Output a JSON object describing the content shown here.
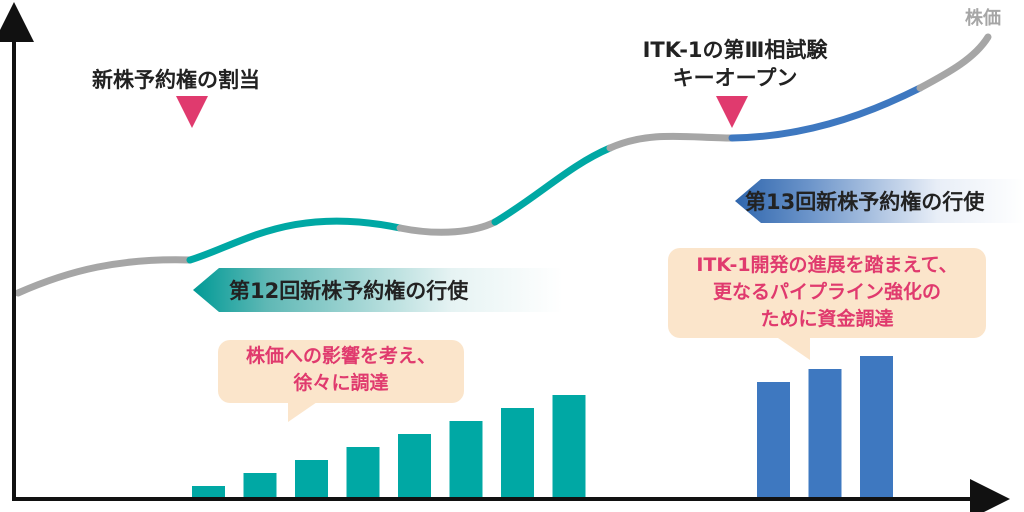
{
  "title_stock": "株価",
  "event1": {
    "label": "新株予約権の割当"
  },
  "event2": {
    "line1": "ITK-1の第Ⅲ相試験",
    "line2": "キーオープン"
  },
  "banner12": {
    "label": "第12回新株予約権の行使"
  },
  "banner13": {
    "label": "第13回新株予約権の行使"
  },
  "callout1": {
    "line1": "株価への影響を考え、",
    "line2": "徐々に調達"
  },
  "callout2": {
    "line1": "ITK-1開発の進展を踏まえて、",
    "line2": "更なるパイプライン強化の",
    "line3": "ために資金調達"
  },
  "colors": {
    "teal": "#00a8a4",
    "blue": "#3e78c0",
    "gray": "#a6a6a6",
    "pink": "#e03a6e"
  },
  "chart_data": {
    "type": "bar",
    "series": [
      {
        "name": "第12回",
        "values": [
          1,
          2,
          3,
          4,
          5,
          6,
          7,
          8
        ]
      },
      {
        "name": "第13回",
        "values": [
          9,
          10,
          11
        ]
      }
    ]
  }
}
